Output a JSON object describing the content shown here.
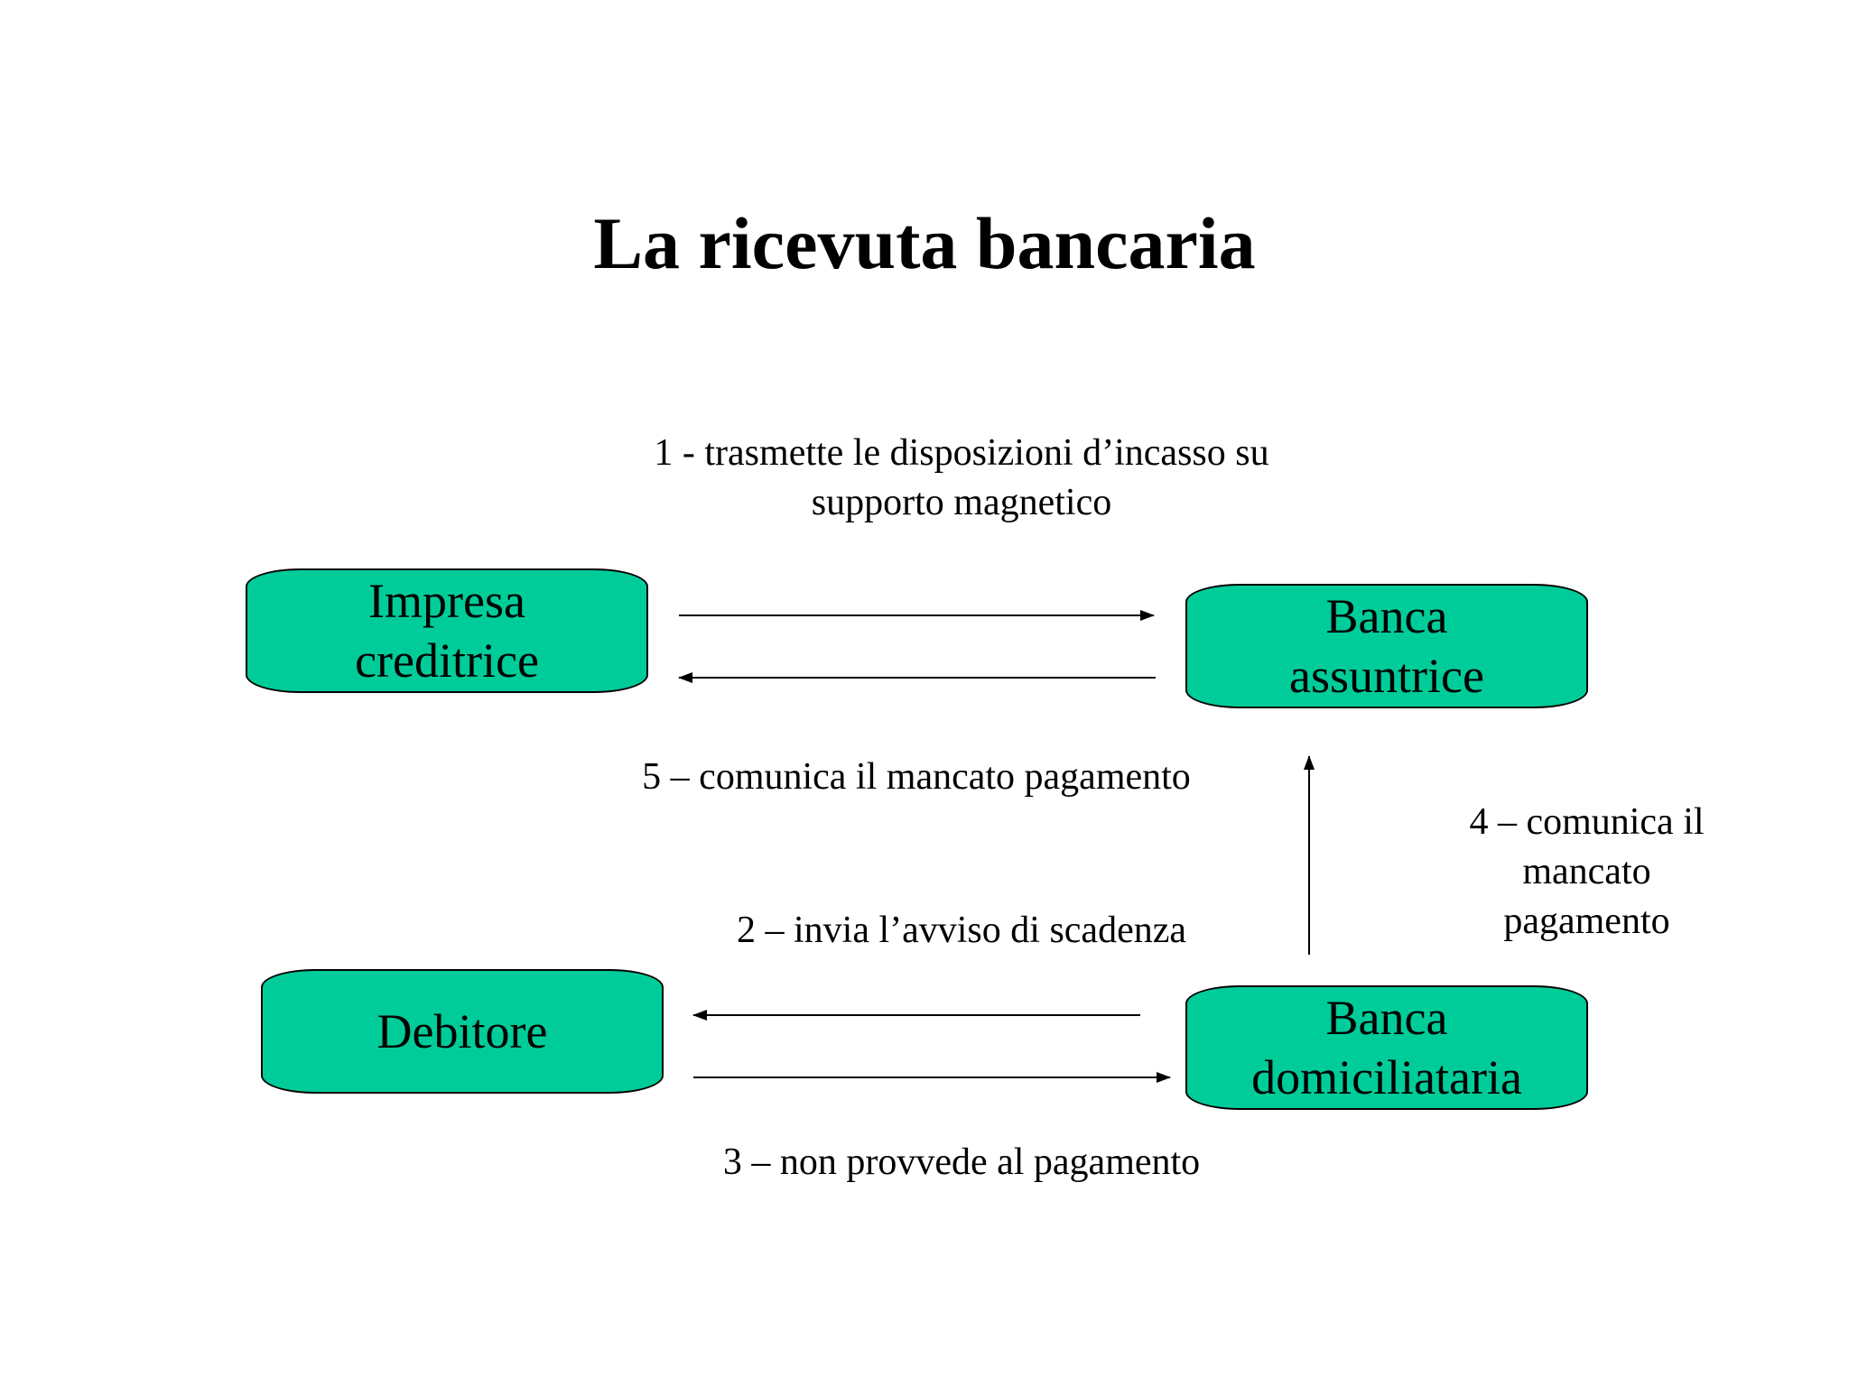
{
  "title": "La ricevuta bancaria",
  "node_color": "#00CC99",
  "nodes": {
    "impresa": "Impresa\ncreditrice",
    "banca_assuntrice": "Banca\nassuntrice",
    "debitore": "Debitore",
    "banca_domiciliataria": "Banca\ndomiciliataria"
  },
  "labels": {
    "step1": "1 - trasmette le disposizioni d’incasso su\nsupporto magnetico",
    "step5": "5 – comunica il mancato pagamento",
    "step4": "4 – comunica il\nmancato\npagamento",
    "step2": "2 – invia l’avviso di scadenza",
    "step3": "3 – non provvede al pagamento"
  }
}
